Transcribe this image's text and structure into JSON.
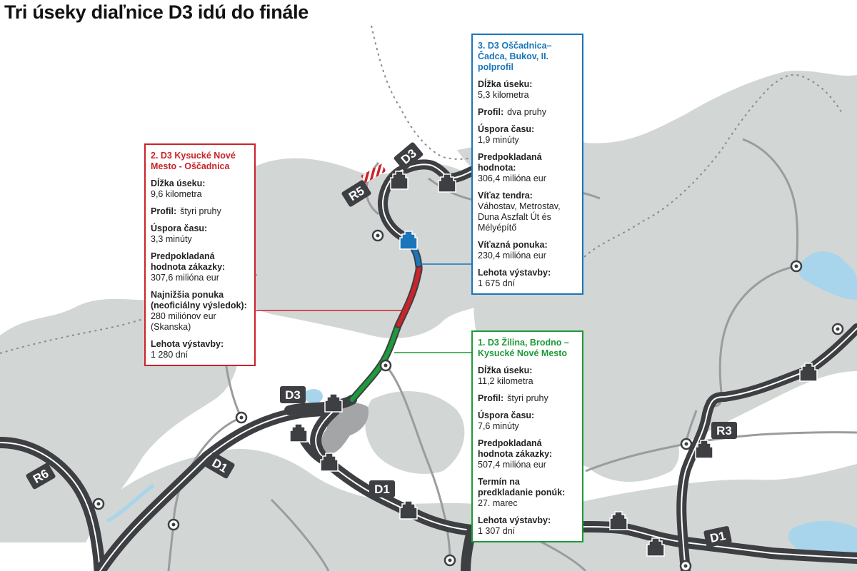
{
  "title": "Tri úseky diaľnice D3 idú do finále",
  "colors": {
    "section1": "#1d9a3a",
    "section2": "#cc2229",
    "section3": "#1b75bb",
    "road": "#3d3f43",
    "forest": "#d2d6d5",
    "water": "#a8d5ec",
    "town": "#a3a5a7"
  },
  "road_labels": {
    "d3_north": "D3",
    "d3_south": "D3",
    "r5": "R5",
    "r6": "R6",
    "d1_west": "D1",
    "d1_center": "D1",
    "d1_east": "D1",
    "r3": "R3"
  },
  "icons": {
    "interchange": "tollgate-icon",
    "town": "town-circle-icon",
    "tunnel": "tunnel-portal-icon"
  },
  "sections": [
    {
      "id": "1",
      "title": "1. D3 Žilina, Brodno – Kysucké Nové Mesto",
      "fields": [
        {
          "label": "Dĺžka úseku:",
          "value": "11,2 kilometra"
        },
        {
          "label": "Profil:",
          "value": "štyri pruhy",
          "inline": true
        },
        {
          "label": "Úspora času:",
          "value": "7,6 minúty"
        },
        {
          "label": "Predpokladaná hodnota zákazky:",
          "value": "507,4 milióna eur"
        },
        {
          "label": "Termín na predkladanie ponúk:",
          "value": "27. marec"
        },
        {
          "label": "Lehota výstavby:",
          "value": "1 307 dní"
        }
      ]
    },
    {
      "id": "2",
      "title": "2. D3 Kysucké Nové Mesto - Oščadnica",
      "fields": [
        {
          "label": "Dĺžka úseku:",
          "value": "9,6 kilometra"
        },
        {
          "label": "Profil:",
          "value": "štyri pruhy",
          "inline": true
        },
        {
          "label": "Úspora času:",
          "value": "3,3 minúty"
        },
        {
          "label": "Predpokladaná hodnota zákazky:",
          "value": "307,6 milióna eur"
        },
        {
          "label": "Najnižšia ponuka (neoficiálny výsledok):",
          "value": "280 miliónov eur (Skanska)"
        },
        {
          "label": "Lehota výstavby:",
          "value": "1 280 dní"
        }
      ]
    },
    {
      "id": "3",
      "title": "3. D3 Oščadnica–Čadca, Bukov, II. polprofil",
      "fields": [
        {
          "label": "Dĺžka úseku:",
          "value": "5,3 kilometra"
        },
        {
          "label": "Profil:",
          "value": "dva pruhy",
          "inline": true
        },
        {
          "label": "Úspora času:",
          "value": "1,9 minúty"
        },
        {
          "label": "Predpokladaná hodnota:",
          "value": "306,4 milióna eur"
        },
        {
          "label": "Víťaz tendra:",
          "value": "Váhostav, Metrostav, Duna Aszfalt Út és Mélyépítő"
        },
        {
          "label": "Víťazná ponuka:",
          "value": "230,4 milióna eur"
        },
        {
          "label": "Lehota výstavby:",
          "value": "1 675 dní"
        }
      ]
    }
  ]
}
